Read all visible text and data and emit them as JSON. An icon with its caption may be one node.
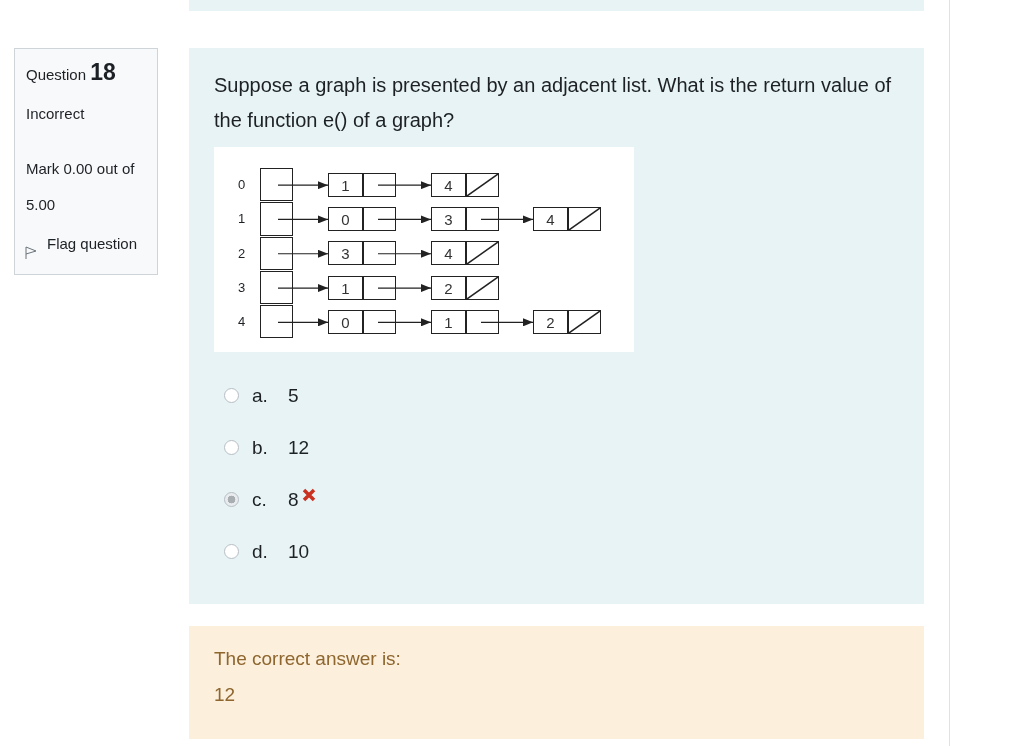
{
  "diagram": {
    "nodes": [
      {
        "text": [],
        "shape": "box",
        "beside": [
          "0"
        ]
      },
      {
        "text": [],
        "shape": "box",
        "beside": [
          "1"
        ]
      },
      {
        "text": [],
        "shape": "box",
        "beside": [
          "2"
        ]
      },
      {
        "text": [],
        "shape": "box",
        "beside": [
          "3"
        ]
      },
      {
        "text": [],
        "shape": "box",
        "beside": [
          "4"
        ]
      },
      {
        "text": [
          "1"
        ]
      },
      {
        "text": [
          "4"
        ]
      },
      {
        "text": [
          "0"
        ]
      },
      {
        "text": [
          "3"
        ]
      },
      {
        "text": [
          "4"
        ]
      },
      {
        "text": [
          "3"
        ]
      },
      {
        "text": [
          "4"
        ]
      },
      {
        "text": [
          "1"
        ]
      },
      {
        "text": [
          "2"
        ]
      },
      {
        "text": [
          "0"
        ]
      },
      {
        "text": [
          "1"
        ]
      },
      {
        "text": [
          "2"
        ]
      }
    ],
    "edges": [
      {
        "from": 0,
        "to": 5,
        "arrow": "to"
      },
      {
        "from": 5,
        "to": 6,
        "arrow": "to"
      },
      {
        "from": 1,
        "to": 7,
        "arrow": "to"
      },
      {
        "from": 7,
        "to": 8,
        "arrow": "to"
      },
      {
        "from": 8,
        "to": 9,
        "arrow": "to"
      },
      {
        "from": 2,
        "to": 10,
        "arrow": "to"
      },
      {
        "from": 10,
        "to": 11,
        "arrow": "to"
      },
      {
        "from": 3,
        "to": 12,
        "arrow": "to"
      },
      {
        "from": 12,
        "to": 13,
        "arrow": "to"
      },
      {
        "from": 4,
        "to": 14,
        "arrow": "to"
      },
      {
        "from": 14,
        "to": 15,
        "arrow": "to"
      },
      {
        "from": 15,
        "to": 16,
        "arrow": "to"
      }
    ],
    "labels": [
      "Question **18**",
      "Incorrect",
      "Mark 0.00 out of 5.00",
      "Flag question",
      "Suppose a graph is presented by an adjacent list. What is the return value of the function e() of a graph?",
      "a.",
      "5",
      "b.",
      "12",
      "c.",
      "8",
      "d.",
      "10",
      "The correct answer is:",
      "12"
    ]
  }
}
